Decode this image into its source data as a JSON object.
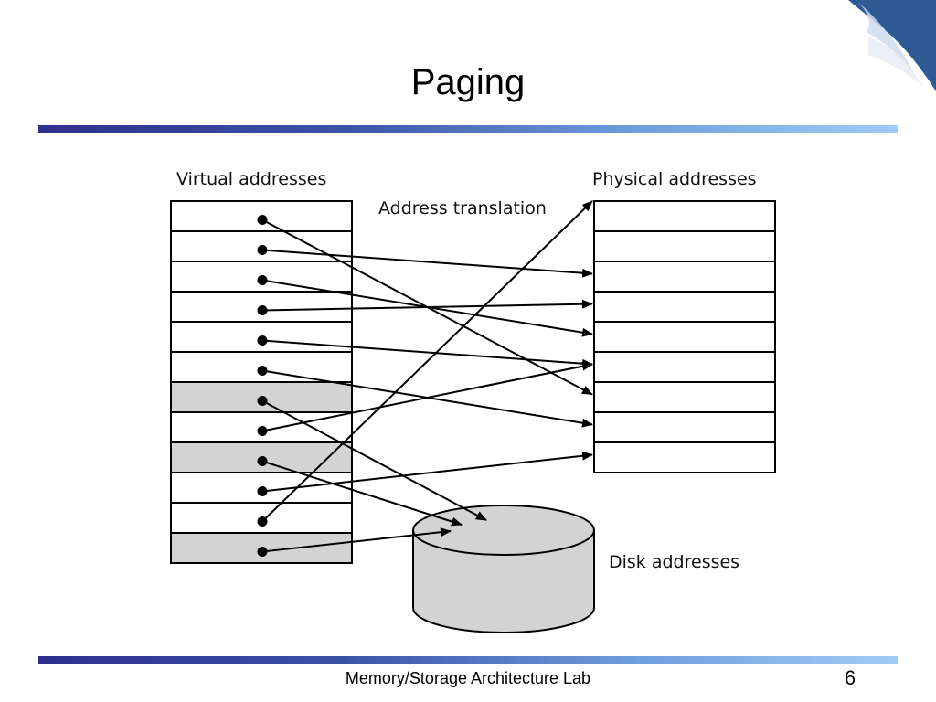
{
  "slide": {
    "title": "Paging",
    "footer": "Memory/Storage Architecture Lab",
    "page_number": "6"
  },
  "diagram": {
    "virtual_label": "Virtual addresses",
    "physical_label": "Physical addresses",
    "translation_label": "Address translation",
    "disk_label": "Disk addresses",
    "virtual_page_count": 12,
    "physical_frame_count": 9,
    "virtual_pages_on_disk": [
      6,
      8,
      11
    ],
    "mappings": [
      {
        "from": 0,
        "to_frame": 6
      },
      {
        "from": 1,
        "to_frame": 2
      },
      {
        "from": 2,
        "to_frame": 4
      },
      {
        "from": 3,
        "to_frame": 3
      },
      {
        "from": 4,
        "to_frame": 5
      },
      {
        "from": 5,
        "to_frame": 7
      },
      {
        "from": 6,
        "to_disk": true
      },
      {
        "from": 7,
        "to_frame": 5
      },
      {
        "from": 8,
        "to_disk": true
      },
      {
        "from": 9,
        "to_frame": 8
      },
      {
        "from": 10,
        "to_frame": 0
      },
      {
        "from": 11,
        "to_disk": true
      }
    ],
    "colors": {
      "shaded_page": "#d3d3d3",
      "disk_fill": "#d3d3d3",
      "line": "#000000"
    }
  }
}
